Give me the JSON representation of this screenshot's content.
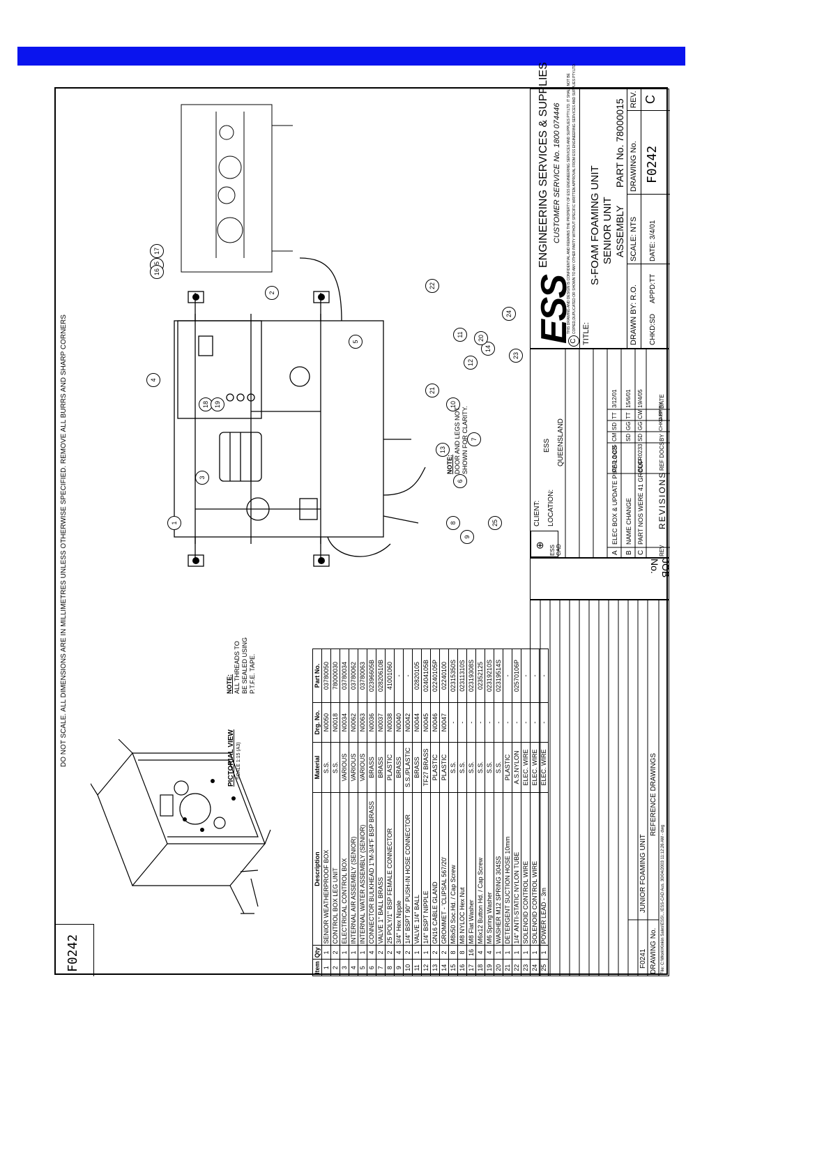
{
  "header_note": "DO NOT SCALE.  ALL DIMENSIONS ARE IN MILLIMETRES UNLESS OTHERWISE SPECIFIED.  REMOVE ALL BURRS AND SHARP CORNERS",
  "corner_drawing_no": "F0242",
  "pictorial": {
    "title": "PICTORIAL VIEW",
    "scale": "SCALE 1:15 (A3)"
  },
  "note_threads": {
    "heading": "NOTE:",
    "lines": [
      "ALL THREADS TO",
      "BE SEALED USING",
      "P.T.F.E. TAPE."
    ]
  },
  "note_door": {
    "heading": "NOTE:",
    "lines": [
      "DOOR AND LEGS NOT",
      "SHOWN FOR CLARITY."
    ]
  },
  "bom": {
    "headers": [
      "Item",
      "Qty",
      "Description",
      "Material",
      "Drg. No.",
      "Part No."
    ],
    "rows": [
      [
        "1",
        "1",
        "SENIOR WEATHERPROOF BOX",
        "S.S.",
        "N0050",
        "03780050"
      ],
      [
        "2",
        "2",
        "CONTROL BOX LEG UNIT",
        "S.S.",
        "N0018",
        "78000030"
      ],
      [
        "3",
        "1",
        "ELECTRICAL CONTROL BOX",
        "VARIOUS",
        "N0034",
        "03780034"
      ],
      [
        "4",
        "1",
        "INTERNAL AIR ASSEMBLY (SENIOR)",
        "VARIOUS",
        "N0062",
        "03780062"
      ],
      [
        "5",
        "1",
        "INTERNAL WATER ASSEMBLY (SENIOR)",
        "VARIOUS",
        "N0063",
        "03780063"
      ],
      [
        "6",
        "4",
        "CONNECTOR BULKHEAD 1\"M-3/4\"F BSP BRASS",
        "BRASS",
        "N0036",
        "02396605B"
      ],
      [
        "7",
        "2",
        "VALVE 1\" BALL BRASS",
        "BRASS",
        "N0037",
        "02820610B"
      ],
      [
        "8",
        "2",
        "25 POLY/1\" BSP FEMALE CONNECTOR",
        "PLASTIC",
        "N0038",
        "41001060"
      ],
      [
        "9",
        "4",
        "3/4\" Hex Nipple",
        "BRASS",
        "N0040",
        "-"
      ],
      [
        "10",
        "2",
        "1/4\" BSPT 90° PUSH-IN HOSE CONNECTOR",
        "S.S./PLASTIC",
        "N0042",
        "-"
      ],
      [
        "11",
        "1",
        "VALVE 1/4\" BALL",
        "BRASS",
        "N0044",
        "02820105"
      ],
      [
        "12",
        "1",
        "1/4\" BSPT NIPPLE",
        "TF27 BRASS",
        "N0045",
        "02404105B"
      ],
      [
        "13",
        "2",
        "GN16 CABLE GLAND",
        "PLASTIC",
        "N0046",
        "02240105P"
      ],
      [
        "14",
        "2",
        "GROMMET - 'CLIPSAL 567/20'",
        "PLASTIC",
        "N0047",
        "02240100"
      ],
      [
        "15",
        "8",
        "M8x50 Soc.Hd. / Cap Screw",
        "S.S.",
        "-",
        "02315350S"
      ],
      [
        "16",
        "8",
        "M8 NYLOC Hex Nut",
        "S.S.",
        "-",
        "02311310S"
      ],
      [
        "17",
        "16",
        "M8 Flat Washer",
        "S.S.",
        "-",
        "02319308S"
      ],
      [
        "18",
        "4",
        "M6x12 Button Hd. / Cap Screw",
        "S.S.",
        "-",
        "02352125"
      ],
      [
        "19",
        "4",
        "M6 Spring Washer",
        "S.S.",
        "-",
        "02319210S"
      ],
      [
        "20",
        "1",
        "WASHER M12 SPRING 304SS",
        "S.S.",
        "-",
        "02319514S"
      ],
      [
        "21",
        "1",
        "DETERGENT SUCTION HOSE 10mm",
        "PLASTIC",
        "-",
        "-"
      ],
      [
        "22",
        "1",
        "1/4\" ANTI-STATIC NYLON TUBE",
        "A.S.NYLON",
        "-",
        "02570106P"
      ],
      [
        "23",
        "1",
        "SOLENOID CONTROL WIRE",
        "ELEC. WIRE",
        "-",
        "-"
      ],
      [
        "24",
        "1",
        "SOLENOID CONTROL WIRE",
        "ELEC. WIRE",
        "-",
        "-"
      ],
      [
        "25",
        "1",
        "POWER LEAD - 3m",
        "ELEC. WIRE",
        "-",
        "-"
      ]
    ]
  },
  "reference": {
    "row_drg": "F0241",
    "row_desc": "JUNIOR FOAMING UNIT",
    "drawing_no_label": "DRAWING No.",
    "ref_title": "REFERENCE DRAWINGS",
    "file_path": "File: C:\\Work\\Kinkin Sales\\ESS\\...\\ESS-CAD Aus. 30/04/2003 11:12:26 AM - dwg"
  },
  "job_no": "JOB No.",
  "client": {
    "client_label": "CLIENT:",
    "client_value": "ESS",
    "location_label": "LOCATION:",
    "location_value": "QUEENSLAND",
    "logo": "ESS CAD"
  },
  "revisions": {
    "title": "REVISIONS",
    "col_rev": "REV",
    "col_ref": "REF DOCS",
    "col_by": "BY",
    "col_chkd": "CHKD BY",
    "col_app": "APP BY",
    "col_date": "DATE",
    "rows": [
      [
        "C",
        "PART NOS WERE 41 GROUP",
        "EDCR0233",
        "SD",
        "GG",
        "CW",
        "19/4/05"
      ],
      [
        "B",
        "NAME CHANGE",
        "",
        "SD",
        "GG",
        "TT",
        "15/6/01"
      ],
      [
        "A",
        "ELEC BOX & UPDATE PIPE LOCS",
        "CAD 3-025",
        "CM",
        "SD",
        "TT",
        "3/12/01"
      ]
    ]
  },
  "title_block": {
    "company": "ENGINEERING  SERVICES  &  SUPPLIES",
    "logo": "ESS",
    "customer_service": "CUSTOMER  SERVICE  No. 1800  074446",
    "copyright_line1": "THIS DRAWING AND DESIGN IS CONFIDENTIAL AND REMAINS THE PROPERTY OF ESS ENGINEERING SERVICES AND SUPPLIES PTY.LTD. IT SHALL NOT BE",
    "copyright_line2": "COPIED,DUPLICATED OR SHOWN TO ANY OTHER PARTY WITHOUT SPECIFIC WRITTEN APPROVAL FROM ESS ENGINEERING SERVICES AND SUPPLIES PTY.LTD.",
    "copyright_mark": "C",
    "title_label": "TITLE:",
    "title_line1": "S-FOAM  FOAMING  UNIT",
    "title_line2": "SENIOR  UNIT",
    "title_line3": "ASSEMBLY",
    "part_no": "PART  No.  78000015",
    "drawn_by": "DRAWN  BY:  R.O.",
    "scale": "SCALE: NTS",
    "drawing_no_label": "DRAWING  No.",
    "rev_label": "REV.",
    "chkd": "CHKD:SD",
    "appd": "APPD:TT",
    "date": "DATE: 3/4/01",
    "drawing_no": "F0242",
    "rev": "C"
  },
  "balloons": [
    "1",
    "2",
    "3",
    "4",
    "5",
    "6",
    "7",
    "8",
    "9",
    "10",
    "11",
    "12",
    "13",
    "14",
    "15",
    "16",
    "17",
    "18",
    "19",
    "20",
    "21",
    "22",
    "23",
    "24",
    "25"
  ]
}
